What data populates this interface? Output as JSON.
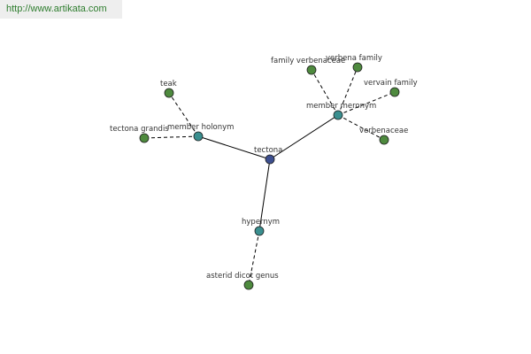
{
  "url": "http://www.artikata.com",
  "colors": {
    "center_node": "#3d4f8f",
    "relation_node": "#3a8f8f",
    "leaf_node": "#4e8a3e",
    "node_stroke": "#1f1f1f",
    "edge": "#000000"
  },
  "graph": {
    "center": {
      "label": "tectona"
    },
    "relations": [
      {
        "id": "member-meronym",
        "label": "member meronym",
        "leaves": [
          {
            "id": "family-verbenaceae",
            "label": "family verbenaceae"
          },
          {
            "id": "verbena-family",
            "label": "verbena family"
          },
          {
            "id": "vervain-family",
            "label": "vervain family"
          },
          {
            "id": "verbenaceae",
            "label": "verbenaceae"
          }
        ]
      },
      {
        "id": "member-holonym",
        "label": "member holonym",
        "leaves": [
          {
            "id": "teak",
            "label": "teak"
          },
          {
            "id": "tectona-grandis",
            "label": "tectona grandis"
          }
        ]
      },
      {
        "id": "hypernym",
        "label": "hypernym",
        "leaves": [
          {
            "id": "asterid-dicot-genus",
            "label": "asterid dicot genus"
          }
        ]
      }
    ]
  }
}
